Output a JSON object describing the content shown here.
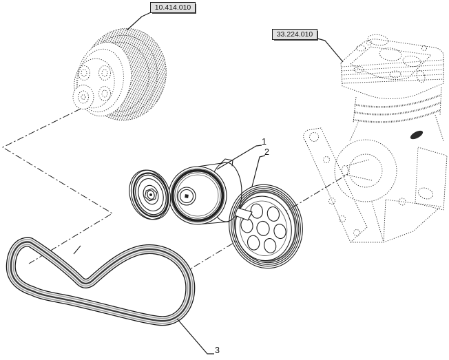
{
  "figure": {
    "background": "#ffffff",
    "line_color": "#1c1c1c",
    "ref_boxes": [
      {
        "name": "crank-pulley-ref",
        "text": "10.414.010"
      },
      {
        "name": "air-compressor-ref",
        "text": "33.224.010"
      }
    ],
    "callouts": [
      {
        "name": "belt-tensioner-item",
        "text": "1"
      },
      {
        "name": "compressor-pulley-item",
        "text": "2"
      },
      {
        "name": "drive-belt-item",
        "text": "3"
      }
    ],
    "label_style": {
      "fill": "#e0e0e0",
      "border": "#1c1c1c",
      "shadow": "#4f4f4f"
    }
  }
}
